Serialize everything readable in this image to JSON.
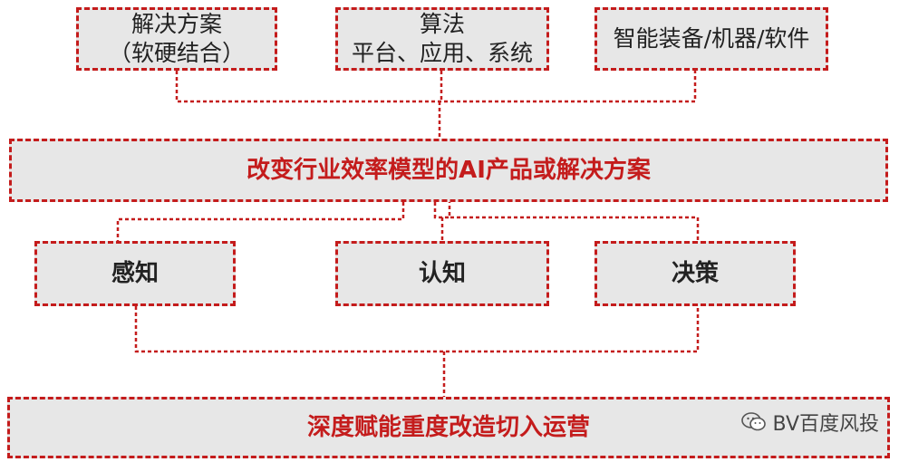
{
  "top_boxes": [
    {
      "line1": "解决方案",
      "line2": "（软硬结合）"
    },
    {
      "line1": "算法",
      "line2": "平台、应用、系统"
    },
    {
      "line1": "智能装备/机器/软件",
      "line2": ""
    }
  ],
  "center_box": {
    "label": "改变行业效率模型的AI产品或解决方案"
  },
  "middle_boxes": [
    {
      "label": "感知"
    },
    {
      "label": "认知"
    },
    {
      "label": "决策"
    }
  ],
  "bottom_box": {
    "label": "深度赋能重度改造切入运营"
  },
  "watermark": {
    "text": "BV百度风投",
    "icon": "wechat-icon"
  },
  "colors": {
    "accent": "#c41c1c",
    "box_fill": "#e7e7e7"
  }
}
